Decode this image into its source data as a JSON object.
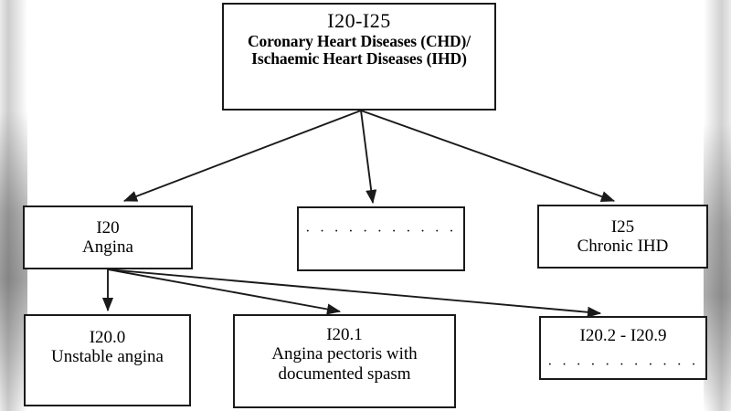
{
  "diagram": {
    "title_code": "I20-I25",
    "nodes": {
      "root": {
        "code": "I20-I25",
        "line2": "Coronary Heart Diseases (CHD)/",
        "line3": "Ischaemic Heart Diseases (IHD)"
      },
      "i20": {
        "code": "I20",
        "label": "Angina"
      },
      "middle_placeholder": {
        "ellipsis": "· · · · · · · · · · ·"
      },
      "i25": {
        "code": "I25",
        "label": "Chronic IHD"
      },
      "i20_0": {
        "code": "I20.0",
        "label": "Unstable angina"
      },
      "i20_1": {
        "code": "I20.1",
        "label_line1": "Angina pectoris with",
        "label_line2": "documented spasm"
      },
      "i20_2_9": {
        "code": "I20.2 - I20.9",
        "ellipsis": "· · · · · · · · · · ·"
      }
    },
    "colors": {
      "box_border": "#1a1a1a",
      "edge_line": "#1a1a1a",
      "background": "#ffffff",
      "text": "#000000"
    },
    "edges": [
      {
        "name": "root-to-i20",
        "from": "root",
        "to": "i20"
      },
      {
        "name": "root-to-middle",
        "from": "root",
        "to": "middle_placeholder"
      },
      {
        "name": "root-to-i25",
        "from": "root",
        "to": "i25"
      },
      {
        "name": "i20-to-i20-0",
        "from": "i20",
        "to": "i20_0"
      },
      {
        "name": "i20-to-i20-1",
        "from": "i20",
        "to": "i20_1"
      },
      {
        "name": "i20-to-i20-2-9",
        "from": "i20",
        "to": "i20_2_9"
      }
    ]
  }
}
